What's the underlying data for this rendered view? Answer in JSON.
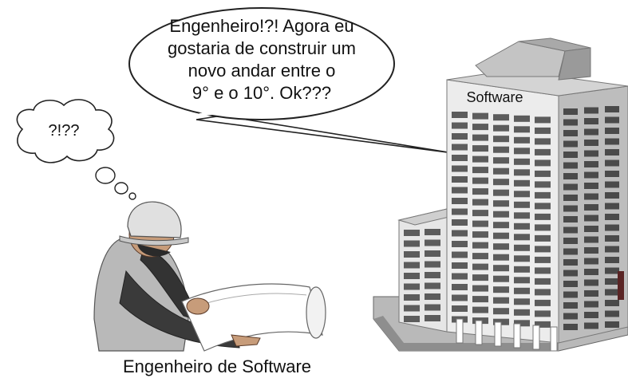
{
  "speech": {
    "lines": [
      "Engenheiro!?! Agora eu",
      "gostaria de construir um",
      "novo andar entre o",
      "9° e o 10°. Ok???"
    ]
  },
  "thought": {
    "text": "?!??"
  },
  "building": {
    "sign": "Software"
  },
  "caption": {
    "text": "Engenheiro de Software"
  }
}
